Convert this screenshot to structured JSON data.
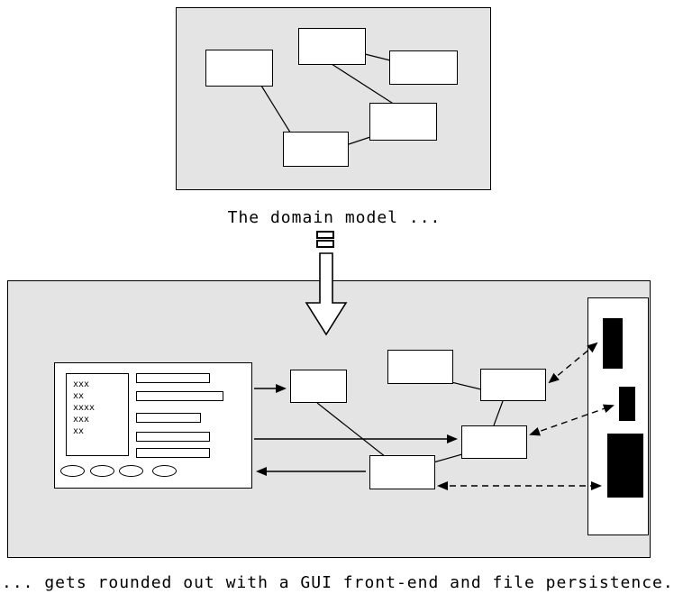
{
  "captions": {
    "top": "The domain model ...",
    "bottom": "... gets rounded out with a GUI front-end and file persistence."
  },
  "gui_window": {
    "list_lines": [
      "xxx",
      "xx",
      "xxxx",
      "xxx",
      "xx"
    ]
  },
  "colors": {
    "panel_background": "#e4e4e4",
    "box_fill": "#ffffff",
    "line_color": "#000000",
    "file_block_fill": "#000000"
  }
}
